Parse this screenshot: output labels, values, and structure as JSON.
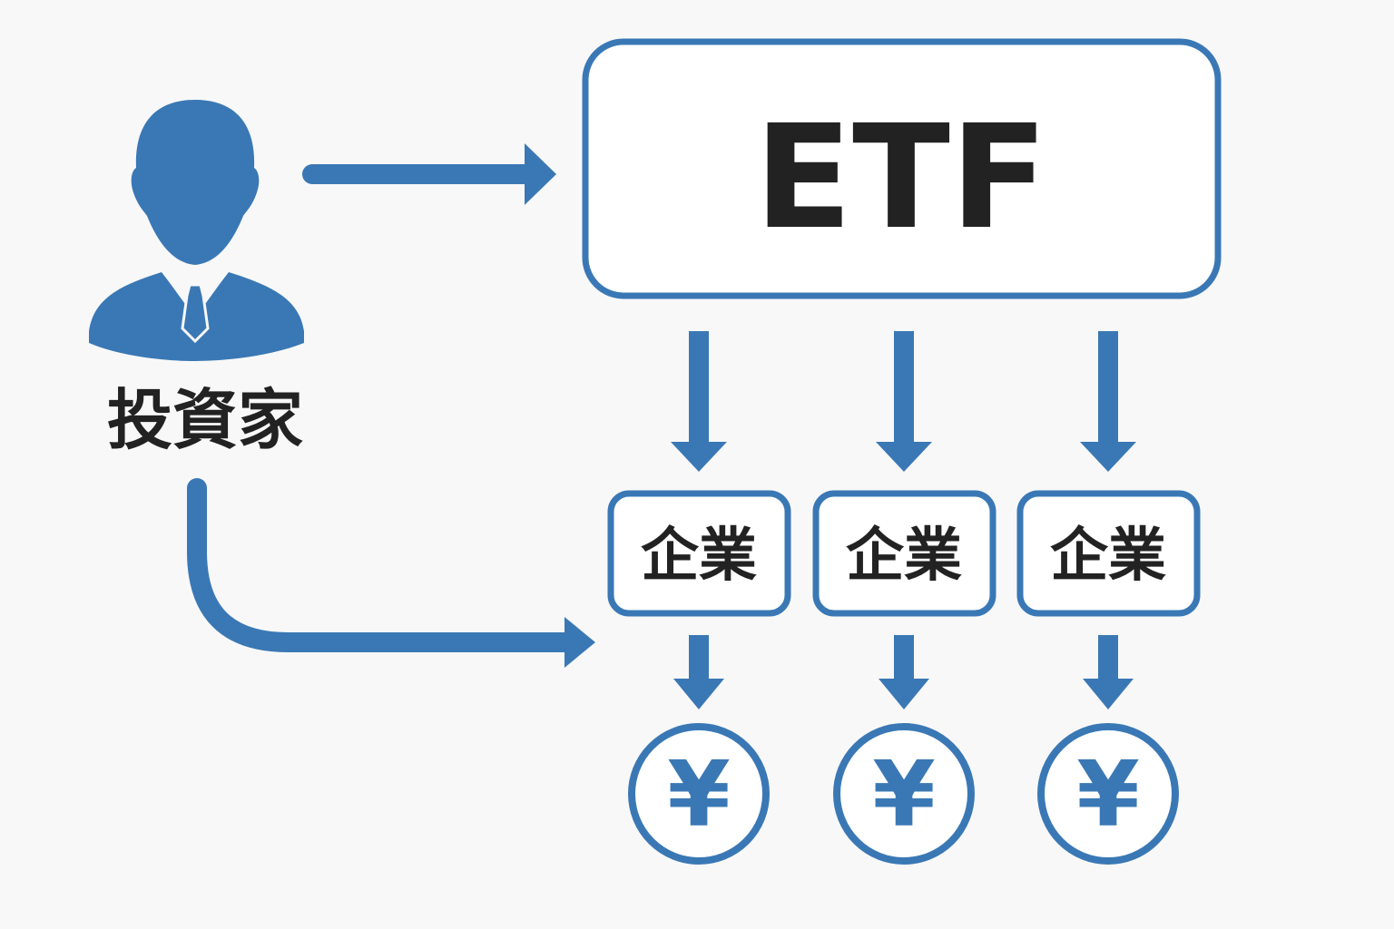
{
  "investor": {
    "label": "投資家",
    "icon": "investor-person-icon"
  },
  "etf": {
    "label": "ETF"
  },
  "companies": [
    {
      "label": "企業",
      "return_symbol": "¥"
    },
    {
      "label": "企業",
      "return_symbol": "¥"
    },
    {
      "label": "企業",
      "return_symbol": "¥"
    }
  ],
  "colors": {
    "accent": "#3a78b5",
    "text": "#222222",
    "background": "#f8f8f8",
    "box_fill": "#ffffff"
  }
}
